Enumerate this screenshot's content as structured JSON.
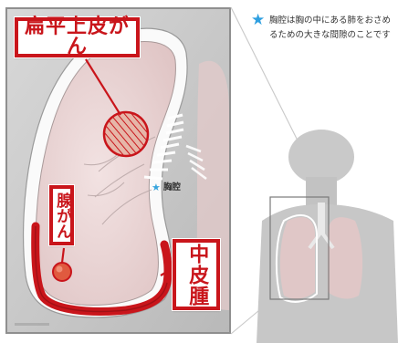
{
  "labels": {
    "squamous_cell": "扁平上皮がん",
    "adenocarcinoma": "腺がん",
    "mesothelioma": "中皮腫",
    "pleural_cavity": "胸腔"
  },
  "note": {
    "text": "胸腔は胸の中にある肺をおさめるための大きな間隙のことです"
  },
  "icons": {
    "star": "★"
  },
  "colors": {
    "accent_red": "#c9151b",
    "star_blue": "#2e9fe0",
    "lung_pink": "#e7d3d4"
  }
}
